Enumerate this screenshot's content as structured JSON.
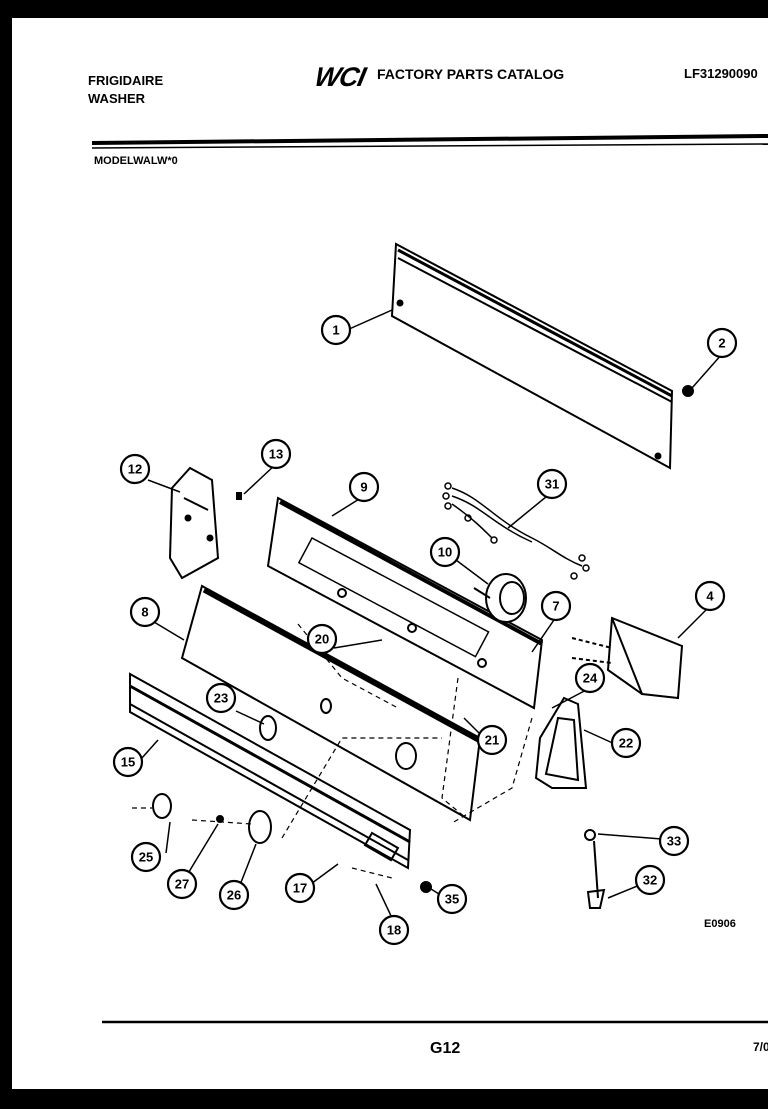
{
  "header": {
    "brand": "FRIGIDAIRE",
    "product": "WASHER",
    "logo": "WCI",
    "catalog_title": "FACTORY PARTS CATALOG",
    "part_number": "LF31290090"
  },
  "model_label": "MODELWALW*0",
  "diagram_code": "E0906",
  "footer": {
    "page_code": "G12",
    "edge_text": "7/0"
  },
  "callouts": [
    {
      "number": "1"
    },
    {
      "number": "2"
    },
    {
      "number": "4"
    },
    {
      "number": "7"
    },
    {
      "number": "8"
    },
    {
      "number": "9"
    },
    {
      "number": "10"
    },
    {
      "number": "12"
    },
    {
      "number": "13"
    },
    {
      "number": "15"
    },
    {
      "number": "17"
    },
    {
      "number": "18"
    },
    {
      "number": "20"
    },
    {
      "number": "21"
    },
    {
      "number": "22"
    },
    {
      "number": "23"
    },
    {
      "number": "24"
    },
    {
      "number": "25"
    },
    {
      "number": "26"
    },
    {
      "number": "27"
    },
    {
      "number": "31"
    },
    {
      "number": "32"
    },
    {
      "number": "33"
    },
    {
      "number": "35"
    }
  ]
}
